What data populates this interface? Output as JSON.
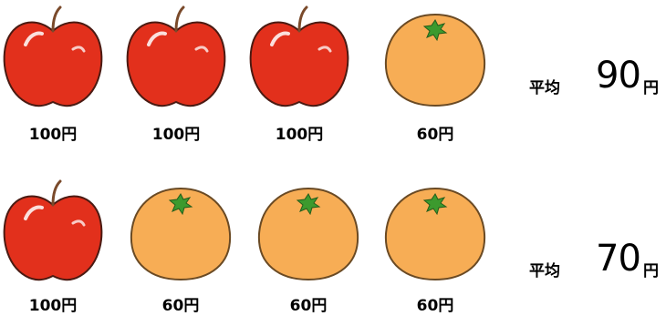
{
  "rows": [
    {
      "items": [
        {
          "fruit": "apple",
          "price": "100円"
        },
        {
          "fruit": "apple",
          "price": "100円"
        },
        {
          "fruit": "apple",
          "price": "100円"
        },
        {
          "fruit": "orange",
          "price": "60円"
        }
      ],
      "average_label": "平均",
      "average_value": "90",
      "average_unit": "円"
    },
    {
      "items": [
        {
          "fruit": "apple",
          "price": "100円"
        },
        {
          "fruit": "orange",
          "price": "60円"
        },
        {
          "fruit": "orange",
          "price": "60円"
        },
        {
          "fruit": "orange",
          "price": "60円"
        }
      ],
      "average_label": "平均",
      "average_value": "70",
      "average_unit": "円"
    }
  ],
  "colors": {
    "apple": "#e2301c",
    "orange": "#f7ad55",
    "stem": "#7a4a2b",
    "leaf": "#3c9a2e"
  }
}
